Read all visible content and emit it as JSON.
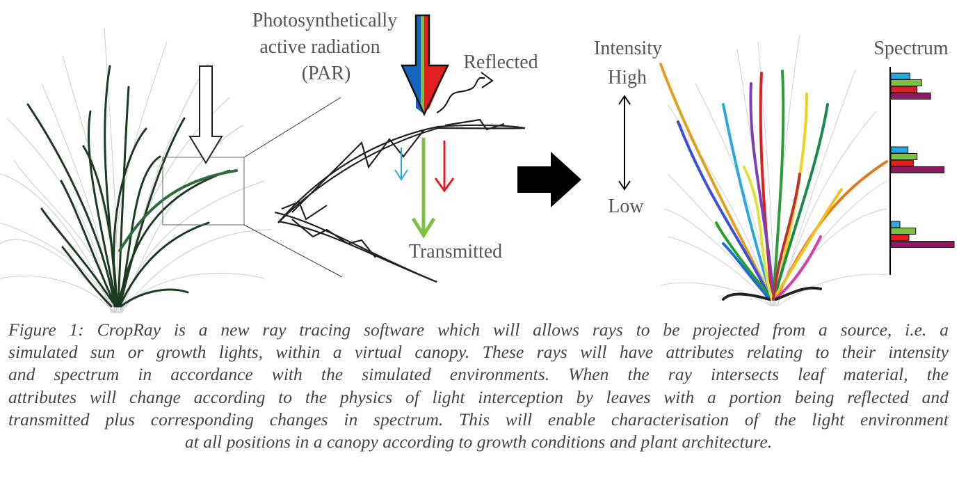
{
  "labels": {
    "par_line1": "Photosynthetically",
    "par_line2": "active radiation",
    "par_line3": "(PAR)",
    "reflected": "Reflected",
    "transmitted": "Transmitted",
    "intensity": "Intensity",
    "high": "High",
    "low": "Low",
    "spectrum": "Spectrum"
  },
  "caption": {
    "lines": [
      "Figure 1: CropRay is a new ray tracing software which will allows rays to be projected from a source, i.e. a",
      "simulated sun or growth lights, within a virtual canopy. These rays will have attributes relating to their intensity",
      "and spectrum in accordance with the simulated environments. When the ray intersects leaf material, the",
      "attributes will change according to the physics of light interception by leaves with a portion being reflected and",
      "transmitted plus corresponding changes in spectrum. This will enable characterisation of the light environment",
      "at all positions in a canopy according to growth conditions and plant architecture."
    ]
  },
  "colors": {
    "blue": "#1f6fb8",
    "green": "#7cc142",
    "red": "#e02020",
    "purple": "#8b1a5e",
    "cyan": "#29a8e0"
  },
  "spectrum_bars": [
    {
      "group": "top",
      "blue": 0.42,
      "green": 0.68,
      "red": 0.58,
      "purple": 0.88
    },
    {
      "group": "middle",
      "blue": 0.38,
      "green": 0.58,
      "red": 0.5,
      "purple": 1.18
    },
    {
      "group": "bottom",
      "blue": 0.2,
      "green": 0.55,
      "red": 0.4,
      "purple": 1.4
    }
  ]
}
